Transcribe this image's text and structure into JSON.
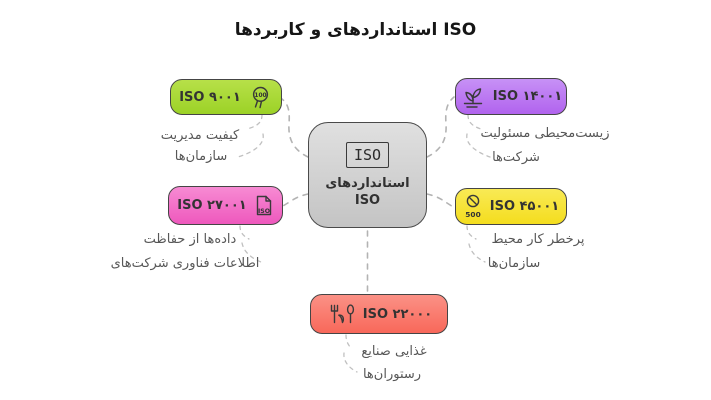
{
  "title": "کاربردها و استانداردهای ISO",
  "center": {
    "badge": "ISO",
    "label_line1": "استانداردهای",
    "label_line2": "ISO"
  },
  "branches": [
    {
      "id": "iso-9001",
      "label": "ISO ۹۰۰۱",
      "icon": "medal-100-icon",
      "color": "#a8d82e",
      "desc_line1": "مدیریت کیفیت",
      "desc_line2": "سازمان‌ها"
    },
    {
      "id": "iso-27001",
      "label": "ISO ۲۷۰۰۱",
      "icon": "iso-document-icon",
      "color": "#f269c5",
      "desc_line1": "حفاظت از داده‌ها",
      "desc_line2": "شرکت‌های فناوری اطلاعات"
    },
    {
      "id": "iso-14001",
      "label": "ISO ۱۴۰۰۱",
      "icon": "plant-icon",
      "color": "#bb79f3",
      "desc_line1": "مسئولیت زیست‌محیطی",
      "desc_line2": "شرکت‌ها"
    },
    {
      "id": "iso-45001",
      "label": "ISO ۴۵۰۰۱",
      "icon": "limit-500-icon",
      "color": "#f7e233",
      "desc_line1": "محیط کار پرخطر",
      "desc_line2": "سازمان‌ها"
    },
    {
      "id": "iso-22000",
      "label": "ISO ۲۲۰۰۰",
      "icon": "food-utensils-icon",
      "color": "#f97a6e",
      "desc_line1": "صنایع غذایی",
      "desc_line2": "رستوران‌ها"
    }
  ],
  "icon_texts": {
    "medal_value": "100",
    "limit_value": "500",
    "doc_label": "ISO"
  }
}
